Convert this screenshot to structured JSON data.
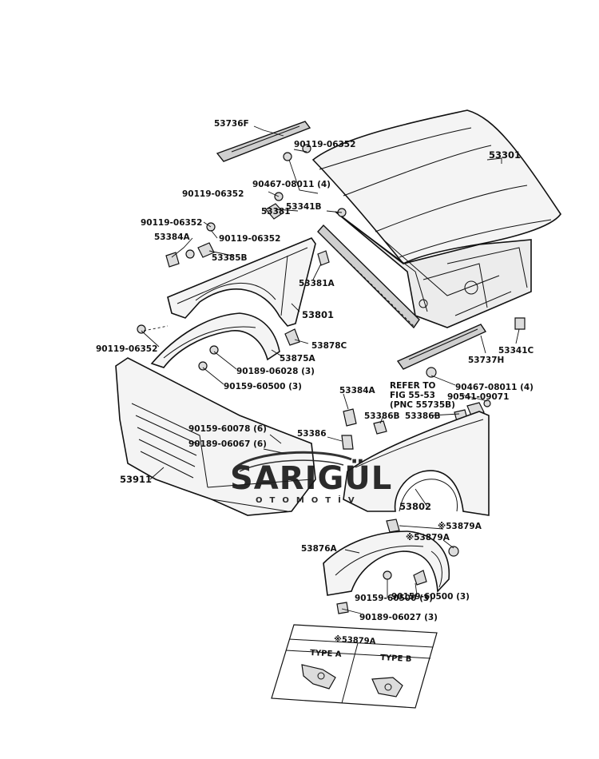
{
  "labels": {
    "p53736F": "53736F",
    "p90119_06352_a": "90119-06352",
    "p53301": "53301",
    "p90467_08011_4_a": "90467-08011 (4)",
    "p90119_06352_b": "90119-06352",
    "p53341B": "53341B",
    "p53381": "53381",
    "p90119_06352_c": "90119-06352",
    "p90119_06352_d": "90119-06352",
    "p53384A_a": "53384A",
    "p53385B": "53385B",
    "p53381A": "53381A",
    "p53801": "53801",
    "p90119_06352_e": "90119-06352",
    "p53878C": "53878C",
    "p53875A": "53875A",
    "p53341C": "53341C",
    "p53737H": "53737H",
    "p90189_06028_3": "90189-06028 (3)",
    "p90467_08011_4_b": "90467-08011 (4)",
    "p90159_60500_3_a": "90159-60500 (3)",
    "refer_line1": "REFER TO",
    "refer_line2": "FIG 55-53",
    "refer_line3": "(PNC 55735B)",
    "p90541_09071": "90541-09071",
    "p53384A_b": "53384A",
    "p53386B_a": "53386B",
    "p53386B_b": "53386B",
    "p90159_60078_6": "90159-60078 (6)",
    "p90189_06067_6": "90189-06067 (6)",
    "p53386": "53386",
    "p53911": "53911",
    "p53802": "53802",
    "p53879A_a": "※53879A",
    "p53879A_b": "※53879A",
    "p53876A": "53876A",
    "p90159_60500_3_b": "90159-60500 (3)",
    "p90159_60500_3_c": "90159-60500 (3)",
    "p90189_06027_3": "90189-06027 (3)"
  },
  "logo": {
    "name": "SARIGÜL",
    "sub": "OTOMOTİV"
  },
  "legend_table": {
    "title": "※53879A",
    "col_a": "TYPE A",
    "col_b": "TYPE B"
  }
}
